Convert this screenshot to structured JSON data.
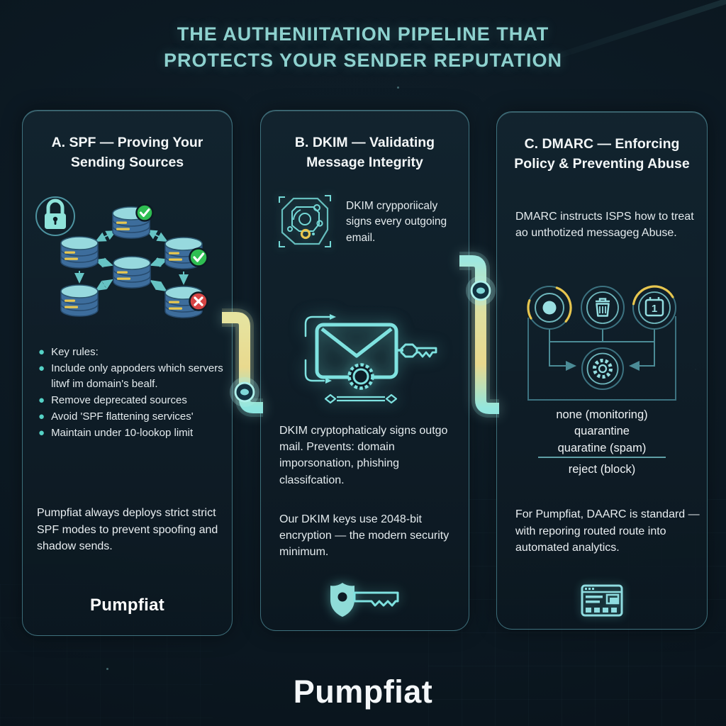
{
  "title": {
    "line1": "THE AUTHENIITATION PIPELINE THAT",
    "line2": "PROTECTS YOUR SENDER REPUTATION"
  },
  "panels": {
    "a": {
      "header": "A. SPF — Proving Your Sending Sources",
      "bullets": [
        "Key rules:",
        "Include only appoders which servers litwf im domain's bealf.",
        "Remove deprecated sources",
        "Avoid 'SPF flattening services'",
        "Maintain under 10-lookop limit"
      ],
      "note": "Pumpfiat always deploys strict strict SPF modes to prevent spoofing and shadow sends.",
      "brand": "Pumpfiat"
    },
    "b": {
      "header": "B. DKIM — Validating Message Integrity",
      "intro": "DKIM crypporiicaly signs every outgoing email.",
      "body": "DKIM cryptophaticaly signs outgo mail. Prevents: domain imporsonation, phishing classifcation.",
      "note": "Our DKIM keys use 2048-bit encryption — the modern security minimum."
    },
    "c": {
      "header": "C. DMARC — Enforcing Policy & Preventing Abuse",
      "intro": "DMARC instructs ISPS how to treat ao unthotized messageg Abuse.",
      "policies": [
        "none (monitoring)",
        "quarantine",
        "quaratine (spam)"
      ],
      "policy_reject": "reject (block)",
      "calendar_digit": "1",
      "note": "For Pumpfiat, DAARC is standard — with reporing routed route into automated analytics."
    }
  },
  "footer": {
    "brand": "Pumpfiat"
  },
  "icons": {
    "lock-icon": "padlock in circle",
    "database-icon": "database cylinder with yellow stripes",
    "check-badge-icon": "green circle checkmark",
    "x-badge-icon": "red circle cross",
    "fingerprint-circuit-icon": "circuit fingerprint chip",
    "envelope-key-icon": "sealed envelope with signing key",
    "seal-icon": "scalloped wax seal",
    "shield-key-icon": "shield-headed key",
    "record-icon": "filled dot target circle",
    "trash-icon": "trash can circle",
    "calendar-icon": "calendar tile circle",
    "gear-icon": "gear hub circle",
    "report-icon": "report dashboard window",
    "connector-node-icon": "glowing pipeline node"
  },
  "colors": {
    "background": "#0b151d",
    "panel_border": "#5fa7b5",
    "title_teal": "#8ed2cf",
    "body_text": "#e6edf0",
    "accent_teal": "#7fe2e0",
    "accent_yellow": "#e7c64f",
    "status_green": "#2fbe52",
    "status_red": "#d64545",
    "db_blue": "#3d6d9c"
  }
}
